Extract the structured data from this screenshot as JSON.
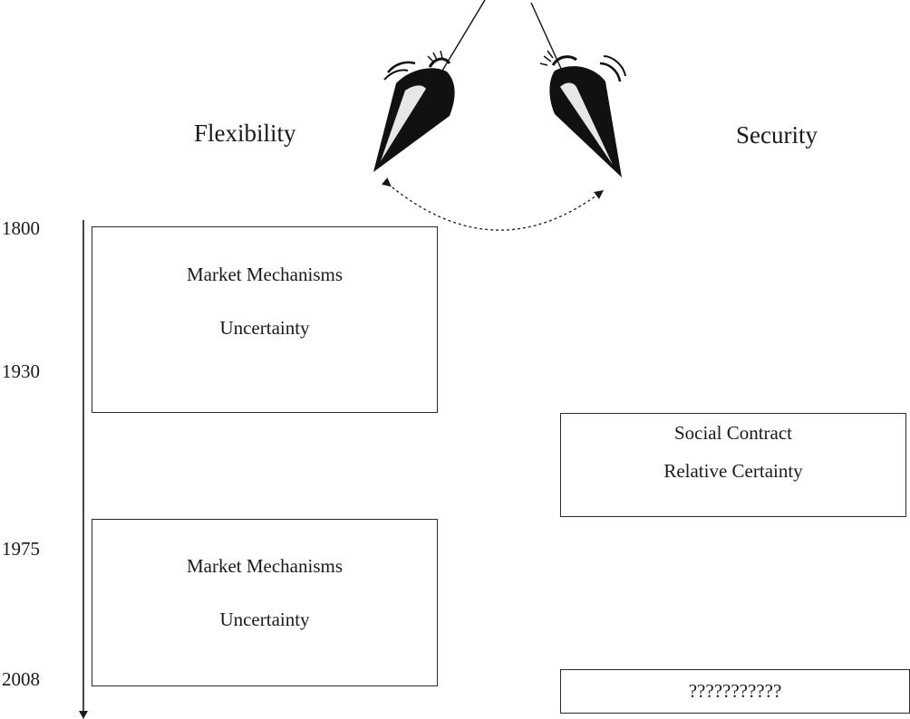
{
  "headings": {
    "left": "Flexibility",
    "right": "Security"
  },
  "timeline": {
    "years": [
      "1800",
      "1930",
      "1975",
      "2008"
    ]
  },
  "boxes": {
    "market_1": {
      "line1": "Market Mechanisms",
      "line2": "Uncertainty"
    },
    "social": {
      "line1": "Social Contract",
      "line2": "Relative Certainty"
    },
    "market_2": {
      "line1": "Market Mechanisms",
      "line2": "Uncertainty"
    },
    "future": {
      "line1": "???????????"
    }
  },
  "icons": {
    "left_pendulum": "pendulum-bob-icon",
    "right_pendulum": "pendulum-bob-icon",
    "swing_arrow": "double-headed-dashed-arc-arrow"
  },
  "colors": {
    "ink": "#1a1a1a",
    "background": "#ffffff"
  }
}
